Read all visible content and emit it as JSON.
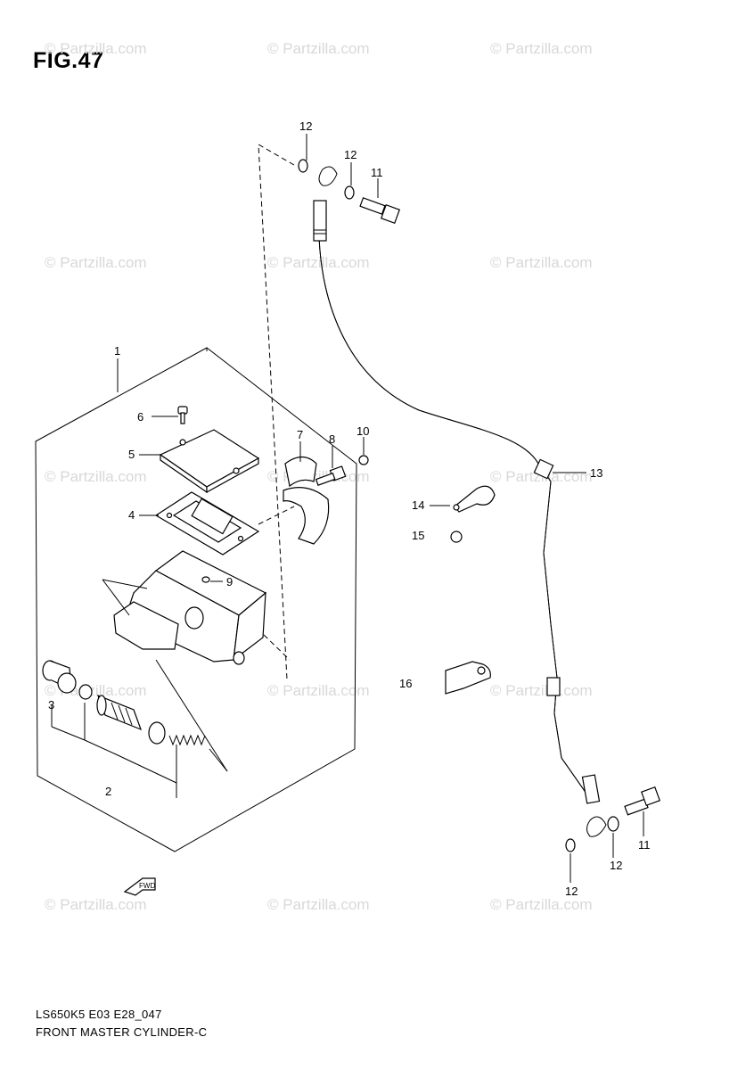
{
  "figure": {
    "title": "FIG.47",
    "code": "LS650K5 E03 E28_047",
    "caption": "FRONT MASTER CYLINDER-C"
  },
  "watermark": "© Partzilla.com",
  "callouts": [
    {
      "id": "c1",
      "text": "1"
    },
    {
      "id": "c2",
      "text": "2"
    },
    {
      "id": "c3",
      "text": "3"
    },
    {
      "id": "c4",
      "text": "4"
    },
    {
      "id": "c5",
      "text": "5"
    },
    {
      "id": "c6",
      "text": "6"
    },
    {
      "id": "c7",
      "text": "7"
    },
    {
      "id": "c8",
      "text": "8"
    },
    {
      "id": "c9",
      "text": "9"
    },
    {
      "id": "c10",
      "text": "10"
    },
    {
      "id": "c11a",
      "text": "11"
    },
    {
      "id": "c11b",
      "text": "11"
    },
    {
      "id": "c12a",
      "text": "12"
    },
    {
      "id": "c12b",
      "text": "12"
    },
    {
      "id": "c12c",
      "text": "12"
    },
    {
      "id": "c12d",
      "text": "12"
    },
    {
      "id": "c13",
      "text": "13"
    },
    {
      "id": "c14",
      "text": "14"
    },
    {
      "id": "c15",
      "text": "15"
    },
    {
      "id": "c16",
      "text": "16"
    }
  ],
  "front_arrow_label": "FWD"
}
